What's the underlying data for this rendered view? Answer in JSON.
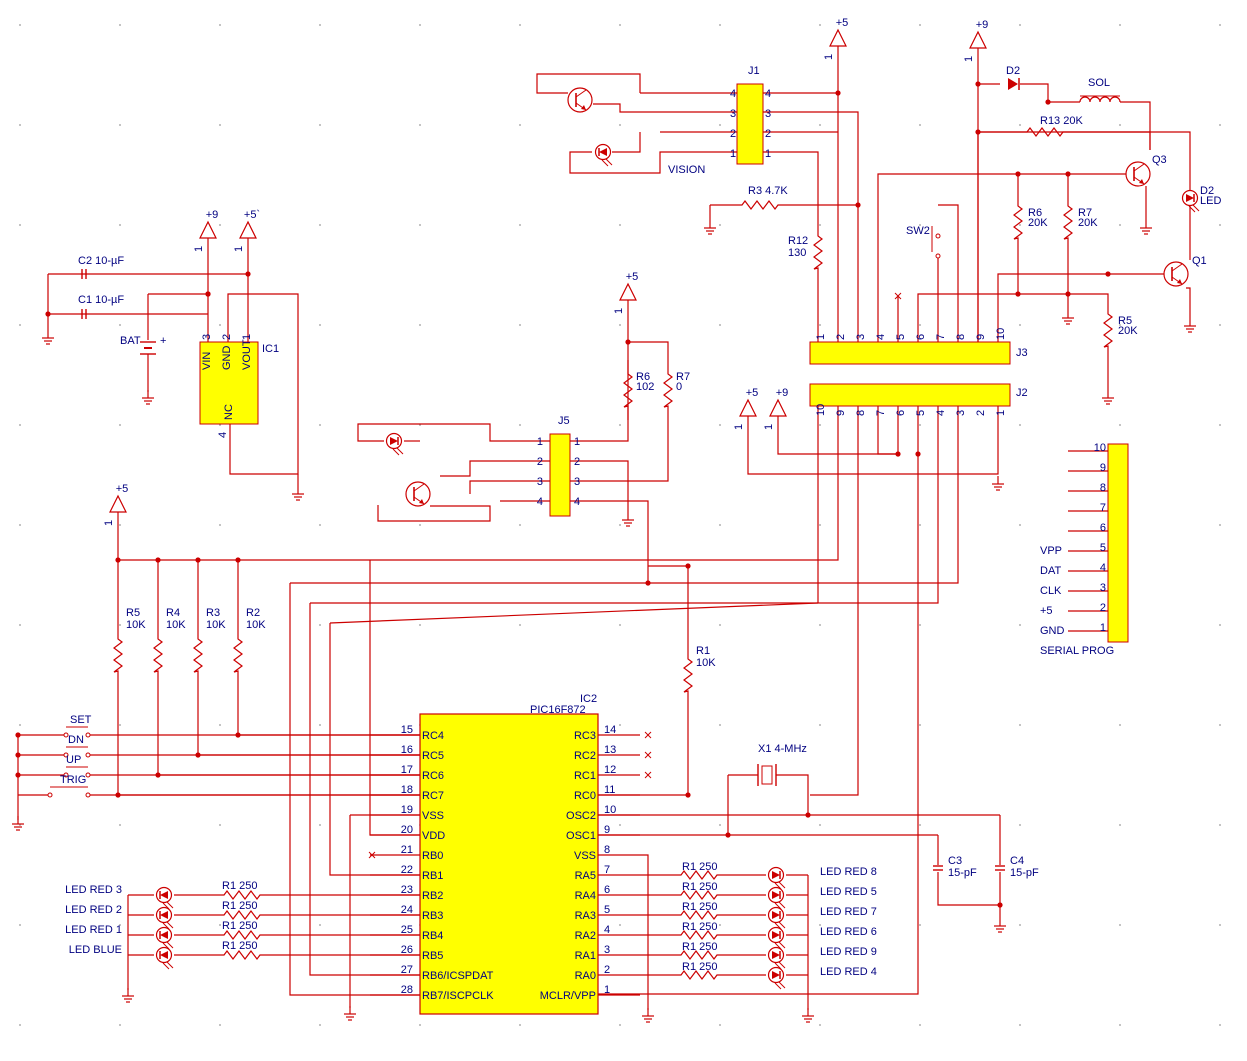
{
  "colors": {
    "wire": "#cc0000",
    "label": "#000080",
    "chip": "#ffff00",
    "outline": "#cc0000",
    "led": "#cc0000",
    "grid": "#9a9a9a"
  },
  "ic2": {
    "name": "IC2",
    "part": "PIC16F872",
    "left": [
      [
        "15",
        "RC4"
      ],
      [
        "16",
        "RC5"
      ],
      [
        "17",
        "RC6"
      ],
      [
        "18",
        "RC7"
      ],
      [
        "19",
        "VSS"
      ],
      [
        "20",
        "VDD"
      ],
      [
        "21",
        "RB0"
      ],
      [
        "22",
        "RB1"
      ],
      [
        "23",
        "RB2"
      ],
      [
        "24",
        "RB3"
      ],
      [
        "25",
        "RB4"
      ],
      [
        "26",
        "RB5"
      ],
      [
        "27",
        "RB6/ICSPDAT"
      ],
      [
        "28",
        "RB7/ISCPCLK"
      ]
    ],
    "right": [
      [
        "14",
        "RC3"
      ],
      [
        "13",
        "RC2"
      ],
      [
        "12",
        "RC1"
      ],
      [
        "11",
        "RC0"
      ],
      [
        "10",
        "OSC2"
      ],
      [
        "9",
        "OSC1"
      ],
      [
        "8",
        "VSS"
      ],
      [
        "7",
        "RA5"
      ],
      [
        "6",
        "RA4"
      ],
      [
        "5",
        "RA3"
      ],
      [
        "4",
        "RA2"
      ],
      [
        "3",
        "RA1"
      ],
      [
        "2",
        "RA0"
      ],
      [
        "1",
        "MCLR/VPP"
      ]
    ]
  },
  "ic1": {
    "name": "IC1",
    "pins": [
      [
        "3",
        "VIN"
      ],
      [
        "2",
        "GND"
      ],
      [
        "1",
        "VOUT"
      ],
      [
        "4",
        "NC"
      ]
    ]
  },
  "j1": {
    "name": "J1",
    "pins": [
      "4",
      "3",
      "2",
      "1"
    ],
    "label": "VISION"
  },
  "j5": {
    "name": "J5",
    "pins": [
      "1",
      "2",
      "3",
      "4"
    ]
  },
  "j3": {
    "name": "J3",
    "pins": [
      "1",
      "2",
      "3",
      "4",
      "5",
      "6",
      "7",
      "8",
      "9",
      "10"
    ]
  },
  "j2": {
    "name": "J2",
    "pins": [
      "10",
      "9",
      "8",
      "7",
      "6",
      "5",
      "4",
      "3",
      "2",
      "1"
    ]
  },
  "serial": {
    "title": "SERIAL PROG",
    "pins": [
      [
        "10",
        ""
      ],
      [
        "9",
        ""
      ],
      [
        "8",
        ""
      ],
      [
        "7",
        ""
      ],
      [
        "6",
        ""
      ],
      [
        "5",
        "VPP"
      ],
      [
        "4",
        "DAT"
      ],
      [
        "3",
        "CLK"
      ],
      [
        "2",
        "+5"
      ],
      [
        "1",
        "GND"
      ]
    ]
  },
  "supplies": {
    "p9": "+9",
    "p5": "+5",
    "p5b": "+5`",
    "pin1": "1"
  },
  "caps": {
    "c2": "C2 10-µF",
    "c1": "C1 10-µF",
    "c3": "C3",
    "c3v": "15-pF",
    "c4": "C4",
    "c4v": "15-pF",
    "bat": "BAT",
    "plus": "+"
  },
  "crystal": "X1 4-MHz",
  "resistors": {
    "r3": "R3 4.7K",
    "r12": "R12",
    "r12v": "130",
    "r13": "R13 20K",
    "r6a": "R6",
    "r6av": "20K",
    "r7a": "R7",
    "r7av": "20K",
    "r5a": "R5",
    "r5av": "20K",
    "r6b": "R6",
    "r6bv": "102",
    "r7b": "R7",
    "r7bv": "0",
    "r5": "R5",
    "r4": "R4",
    "r3b": "R3",
    "r2": "R2",
    "k10": "10K",
    "r1": "R1",
    "r1v": "10K",
    "r250": "R1 250"
  },
  "parts": {
    "d2a": "D2",
    "sol": "SOL",
    "q3": "Q3",
    "d2b": "D2",
    "led": "LED",
    "q1": "Q1",
    "sw2": "SW2"
  },
  "switches": [
    "SET",
    "DN",
    "UP",
    "TRIG"
  ],
  "leds_left": [
    "LED RED 3",
    "LED RED 2",
    "LED RED 1",
    "LED BLUE"
  ],
  "leds_right": [
    "LED RED 8",
    "LED RED 5",
    "LED RED 7",
    "LED RED 6",
    "LED RED 9",
    "LED RED 4"
  ]
}
